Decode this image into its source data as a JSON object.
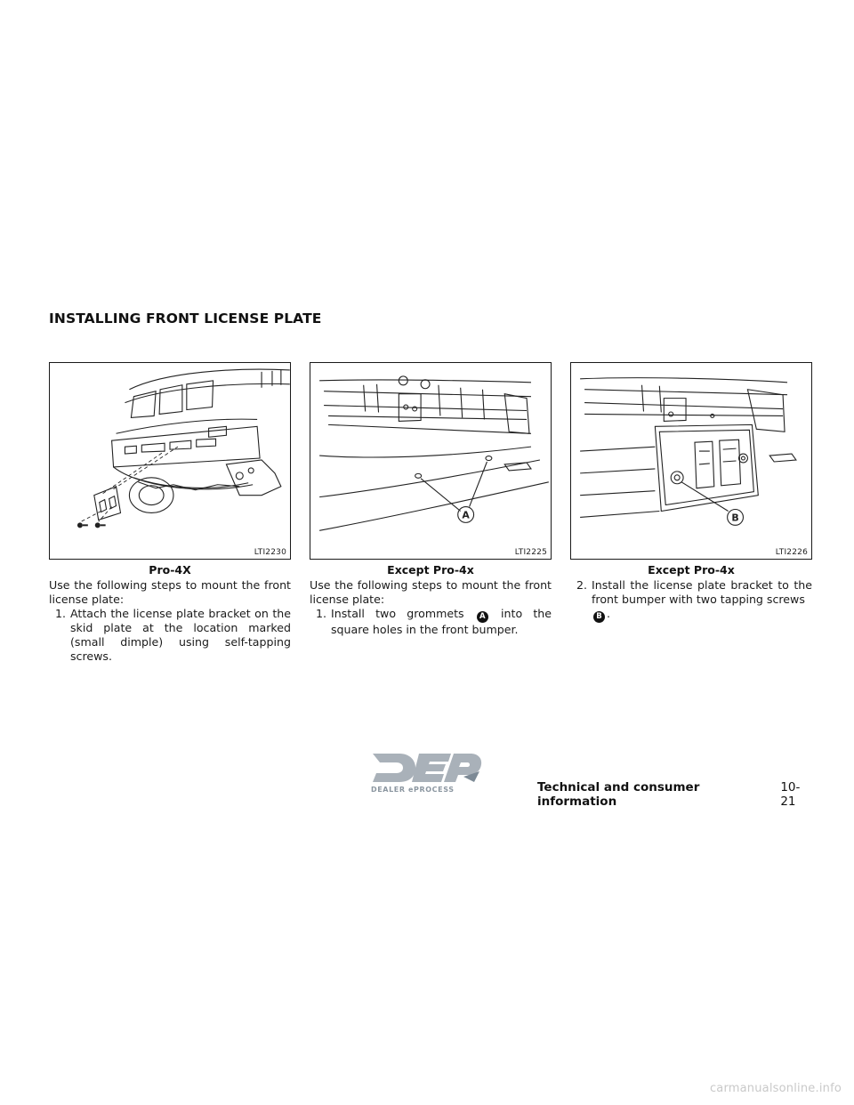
{
  "section_title": "INSTALLING FRONT LICENSE PLATE",
  "figures": [
    {
      "code": "LTI2230",
      "caption": "Pro-4X",
      "labels": []
    },
    {
      "code": "LTI2225",
      "caption": "Except Pro-4x",
      "labels": [
        "A"
      ]
    },
    {
      "code": "LTI2226",
      "caption": "Except Pro-4x",
      "labels": [
        "B"
      ]
    }
  ],
  "columns": {
    "col1": {
      "intro": "Use the following steps to mount the front license plate:",
      "step_num": "1.",
      "step_text": "Attach the license plate bracket on the skid plate at the location marked (small dimple) using self-tapping screws."
    },
    "col2": {
      "intro": "Use the following steps to mount the front license plate:",
      "step_num": "1.",
      "step_text_before": "Install two grommets",
      "marker": "A",
      "step_text_after": "into the square holes in the front bumper."
    },
    "col3": {
      "step_num": "2.",
      "step_text": "Install the license plate bracket to the front bumper with two tapping screws",
      "marker": "B",
      "step_end": "."
    }
  },
  "logo": {
    "text": "DEALER ePROCESS",
    "icon": "dep-logo"
  },
  "footer": {
    "section": "Technical and consumer information",
    "page": "10-21"
  },
  "watermark": "carmanualsonline.info"
}
